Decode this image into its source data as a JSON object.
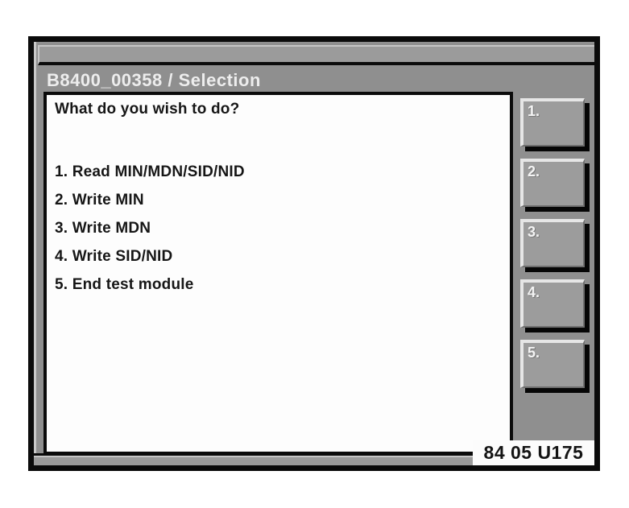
{
  "window": {
    "title": "B8400_00358 / Selection",
    "status_code": "84 05 U175"
  },
  "content": {
    "prompt": "What do you wish to do?",
    "menu_items": [
      "1. Read MIN/MDN/SID/NID",
      "2. Write MIN",
      "3. Write MDN",
      "4. Write SID/NID",
      "5. End test module"
    ]
  },
  "side_buttons": [
    {
      "label": "1."
    },
    {
      "label": "2."
    },
    {
      "label": "3."
    },
    {
      "label": "4."
    },
    {
      "label": "5."
    }
  ],
  "colors": {
    "frame_black": "#0b0b0b",
    "panel_gray": "#8f8f8f",
    "button_face": "#9c9c9c",
    "bevel_light": "#e6e6e6",
    "screen_white": "#fcfcfc",
    "title_text": "#ededed"
  }
}
